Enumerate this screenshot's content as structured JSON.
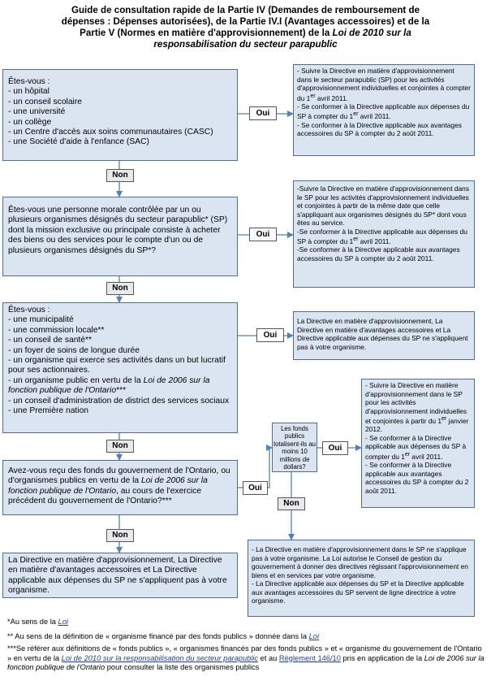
{
  "title": {
    "line1": "Guide de consultation rapide de la Partie IV (Demandes de remboursement de",
    "line2": "dépenses : Dépenses autorisées), de la Partie IV.I (Avantages accessoires) et de la",
    "line3a": "Partie V (Normes en matière d'approvisionnement) de la ",
    "line3b": "Loi de 2010 sur la",
    "line4": "responsabilisation du secteur parapublic"
  },
  "labels": {
    "oui": "Oui",
    "non": "Non"
  },
  "q1": {
    "header": "Êtes-vous :",
    "items": [
      "- un hôpital",
      "- un conseil scolaire",
      "- une université",
      "- un collège",
      "- un Centre d'accès aux soins communautaires (CASC)",
      "- une Société d'aide à l'enfance (SAC)"
    ]
  },
  "r1": {
    "a1": "- Suivre la Directive en matière d'approvisionnement dans le secteur parapublic (SP) pour les activités d'approvisionnement individuelles et conjointes à compter du 1",
    "a2": " avril 2011.",
    "b1": "- Se conformer à la Directive applicable aux dépenses du SP à compter du 1",
    "b2": " avril 2011.",
    "c": "- Se conformer à la Directive applicable aux avantages accessoires du SP à compter du 2 août 2011."
  },
  "q2": {
    "text": "Êtes-vous une personne morale contrôlée par un ou plusieurs organismes désignés du secteur parapublic* (SP) dont la mission exclusive ou principale consiste à acheter des biens ou des services pour le compte d'un ou de plusieurs organismes désignés du SP*?"
  },
  "r2": {
    "a": "-Suivre la Directive en matière d'approvisionnement dans le SP pour les activités d'approvisionnement individuelles et conjointes à partir de la même date que celle s'appliquant aux organismes désignés du SP* dont vous êtes au service.",
    "b1": "-Se conformer à la Directive applicable aux dépenses du SP à compter du 1",
    "b2": " avril 2011.",
    "c": "-Se conformer à la Directive applicable aux avantages accessoires du SP à compter du 2 août 2011."
  },
  "q3": {
    "header": "Êtes-vous :",
    "items": [
      "- une municipalité",
      "- une commission locale**",
      "- un conseil de santé**",
      "- un foyer de soins de longue durée",
      "- un organisme qui exerce ses activités dans un but lucratif pour ses actionnaires."
    ],
    "item6a": "- un organisme public en vertu de la ",
    "item6b": "Loi de 2006 sur la fonction publique de l'Ontario",
    "item6c": "***",
    "item7": "- un conseil d'administration de district des services sociaux",
    "item8": "- une Première nation"
  },
  "r3": {
    "text": "La Directive en matière d'approvisionnement, La Directive en matière d'avantages accessoires et La Directive applicable aux dépenses du SP ne s'appliquent pas à votre organisme."
  },
  "q4": {
    "t1": "Avez-vous reçu des fonds du gouvernement de l'Ontario, ou d'organismes publics en vertu de la ",
    "t2": "Loi de 2006 sur la fonction publique de l'Ontario",
    "t3": ", au cours de l'exercice précédent du gouvernement de l'Ontario?***"
  },
  "q5": {
    "text": "Les fonds publics totalisent-ils au moins 10 millions de dollars?"
  },
  "r5": {
    "a1": "- Suivre la Directive en matière d'approvisionnement dans le SP pour les activités d'approvisionnement individuelles et conjointes à partir du 1",
    "a2": " janvier 2012.",
    "b1": "- Se conformer à la Directive applicable aux dépenses du SP à compter du 1",
    "b2": " avril 2011.",
    "c": "- Se conformer à la Directive applicable aux avantages accessoires du SP à compter du 2 août 2011."
  },
  "r6": {
    "a": "- La Directive en matière d'approvisionnement dans le SP ne s'applique pas à votre organisme. La Loi autorise le Conseil de gestion du gouvernement à donner des directives régissant l'approvisionnement en biens et en services par votre organisme.",
    "b": "- La Directive applicable aux dépenses du SP et la Directive applicable aux avantages accessoires du SP servent de ligne directrice à votre organisme."
  },
  "r4": {
    "text": "La Directive en matière d'approvisionnement, La Directive en matière d'avantages accessoires et La Directive applicable aux dépenses du SP ne s'appliquent pas à votre organisme."
  },
  "sup": "er",
  "footnotes": {
    "f1a": "*Au sens de la ",
    "f1b": "Loi",
    "f2a": "** Au sens de la définition de « organisme financé par des fonds publics » donnée dans la ",
    "f2b": "Loi",
    "f3a": "***Se référer aux définitions de « fonds publics », « organismes financés par des fonds publics » et « organisme du gouvernement de l'Ontario » en vertu de la ",
    "f3b": "Loi de 2010 sur la responsabilisation du secteur parapublic",
    "f3c": " et au ",
    "f3d": "Règlement 146/10",
    "f3e": " pris en application de la ",
    "f3f": "Loi de 2006 sur la fonction publique de l'Ontario",
    "f3g": " pour consulter la liste des organismes publics"
  }
}
